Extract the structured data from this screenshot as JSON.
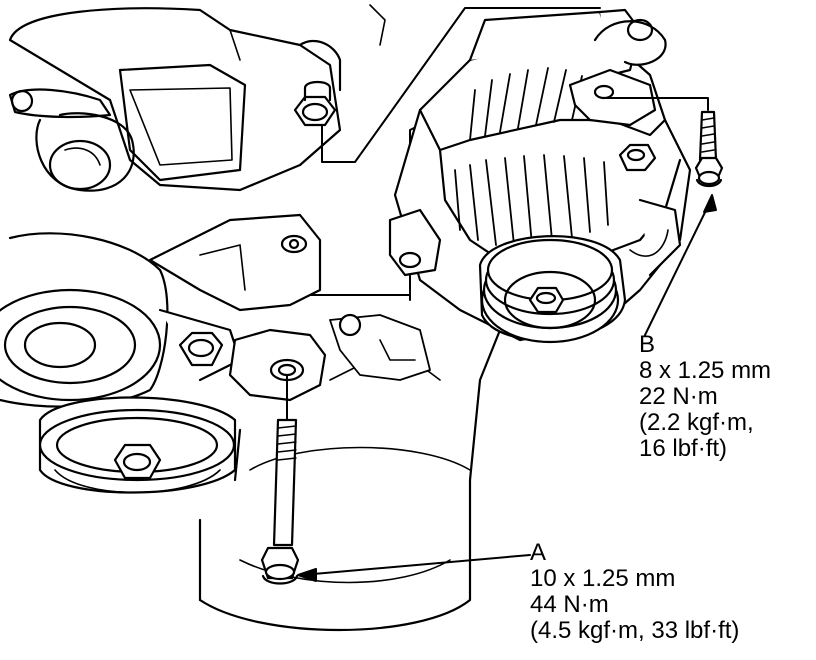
{
  "colors": {
    "line": "#000000",
    "fill": "#ffffff"
  },
  "callouts": {
    "b": {
      "letter": "B",
      "size": "8 x 1.25 mm",
      "torque_nm": "22 N·m",
      "torque_kgfm": "(2.2 kgf·m,",
      "torque_lbfft": "16 lbf·ft)"
    },
    "a": {
      "letter": "A",
      "size": "10 x 1.25 mm",
      "torque_nm": "44 N·m",
      "torque_full": "(4.5 kgf·m, 33 lbf·ft)"
    }
  }
}
